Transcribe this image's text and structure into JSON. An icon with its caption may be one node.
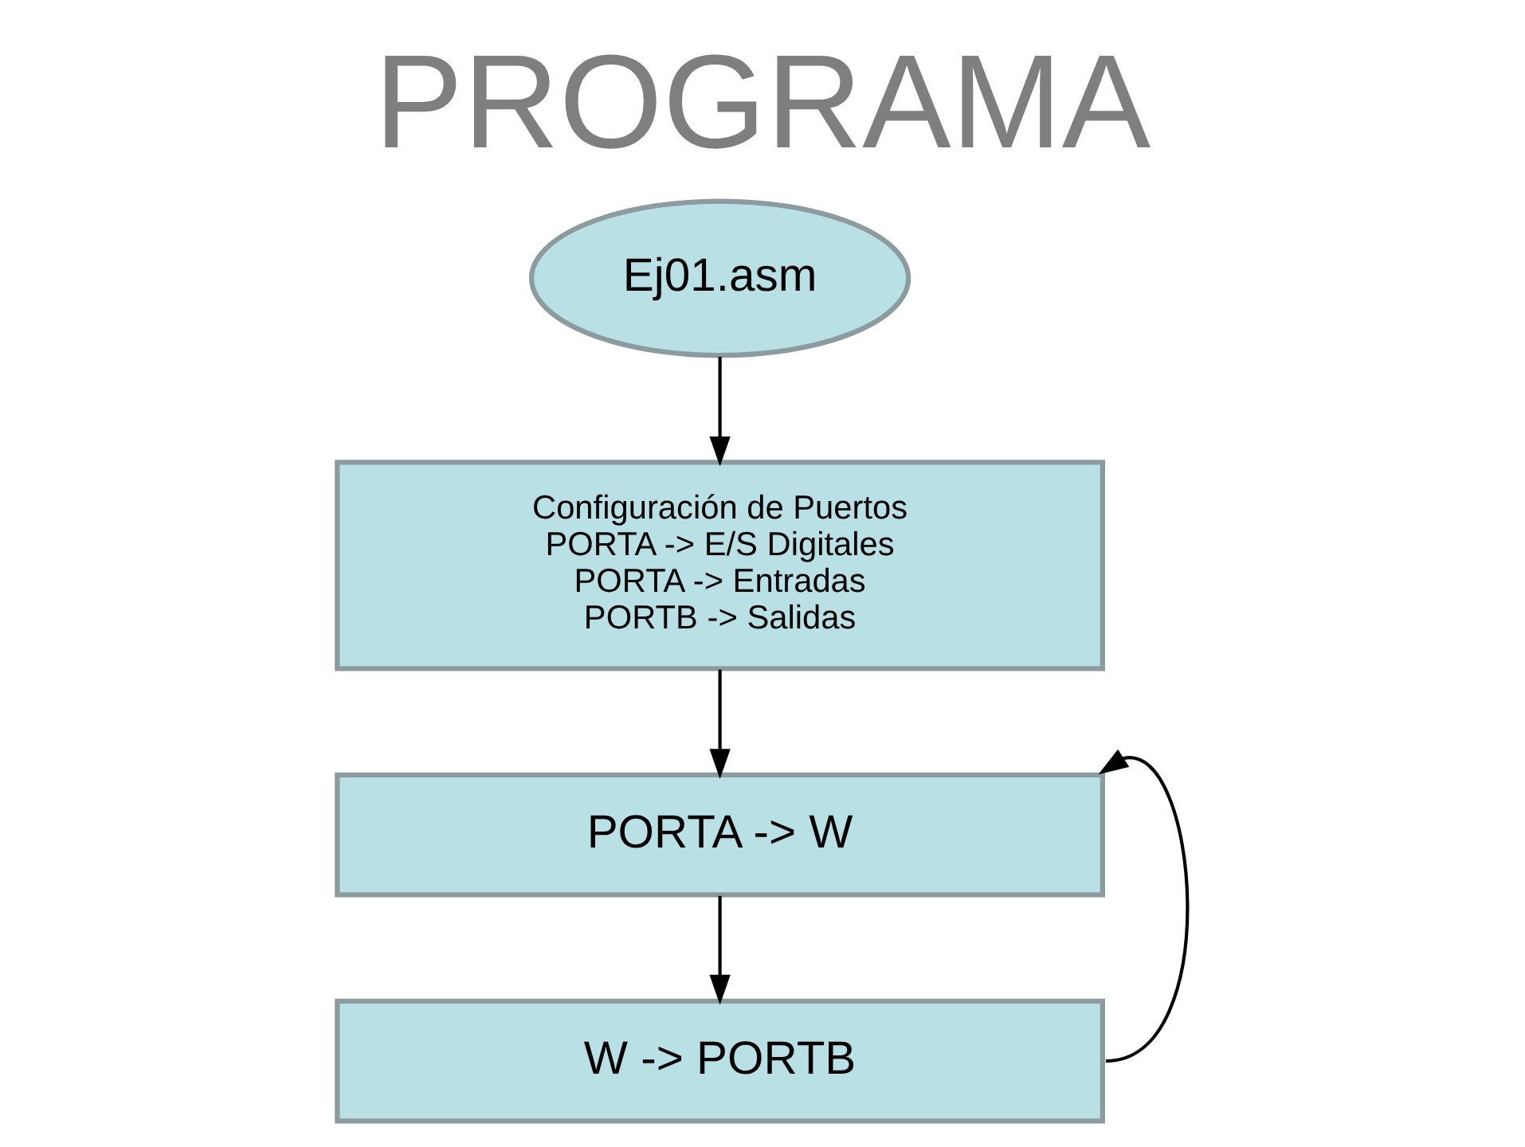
{
  "diagram": {
    "title": "PROGRAMA",
    "nodes": [
      {
        "text": [
          "Ej01.asm"
        ]
      },
      {
        "text": [
          "Configuración de Puertos",
          "PORTA -> E/S Digitales",
          "PORTA -> Entradas",
          "PORTB -> Salidas"
        ]
      },
      {
        "text": [
          "PORTA -> W"
        ]
      },
      {
        "text": [
          "W -> PORTB"
        ]
      }
    ],
    "edges": [
      {
        "from": 0,
        "to": 1,
        "arrow": "to"
      },
      {
        "from": 1,
        "to": 2,
        "arrow": "to"
      },
      {
        "from": 2,
        "to": 3,
        "arrow": "to"
      },
      {
        "from": 3,
        "to": 2,
        "arrow": "to"
      }
    ]
  }
}
